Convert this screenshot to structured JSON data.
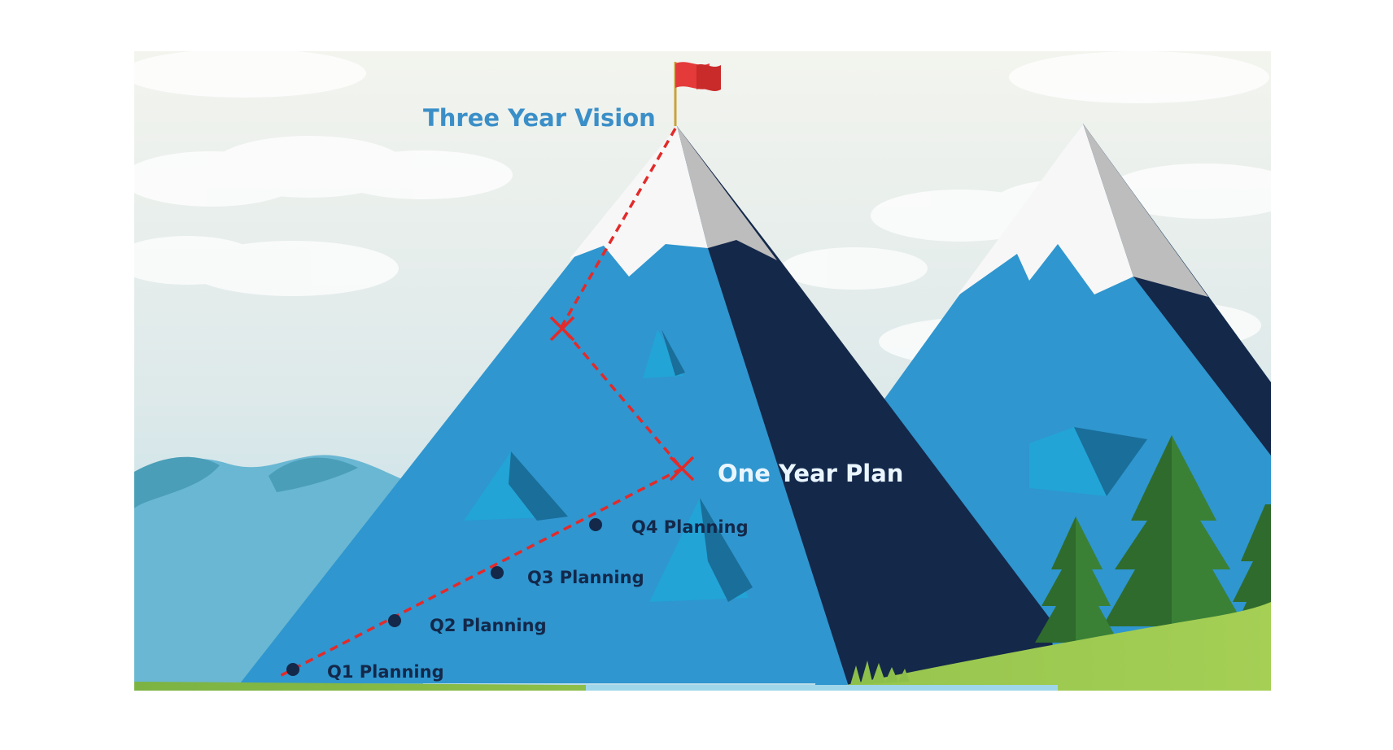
{
  "diagram": {
    "summit_label": "Three Year Vision",
    "milestone_label": "One Year Plan",
    "steps": [
      {
        "label": "Q1 Planning"
      },
      {
        "label": "Q2 Planning"
      },
      {
        "label": "Q3 Planning"
      },
      {
        "label": "Q4 Planning"
      }
    ]
  },
  "colors": {
    "sky_top": "#f2f4ee",
    "sky_bottom": "#b8dde8",
    "mountain_light": "#2f96cf",
    "mountain_dark": "#14284a",
    "snow_white": "#f7f7f7",
    "snow_shadow": "#bdbdbd",
    "hills": "#69b7d3",
    "hills_dark": "#4a9eb8",
    "path_red": "#e32a2a",
    "dot_navy": "#14284a",
    "summit_text": "#3b8fc8",
    "milestone_text": "#eaf6ff",
    "step_text": "#14284a",
    "flag": "#e43a3a",
    "grass": "#8dc04a",
    "tree": "#2f6b2c"
  }
}
